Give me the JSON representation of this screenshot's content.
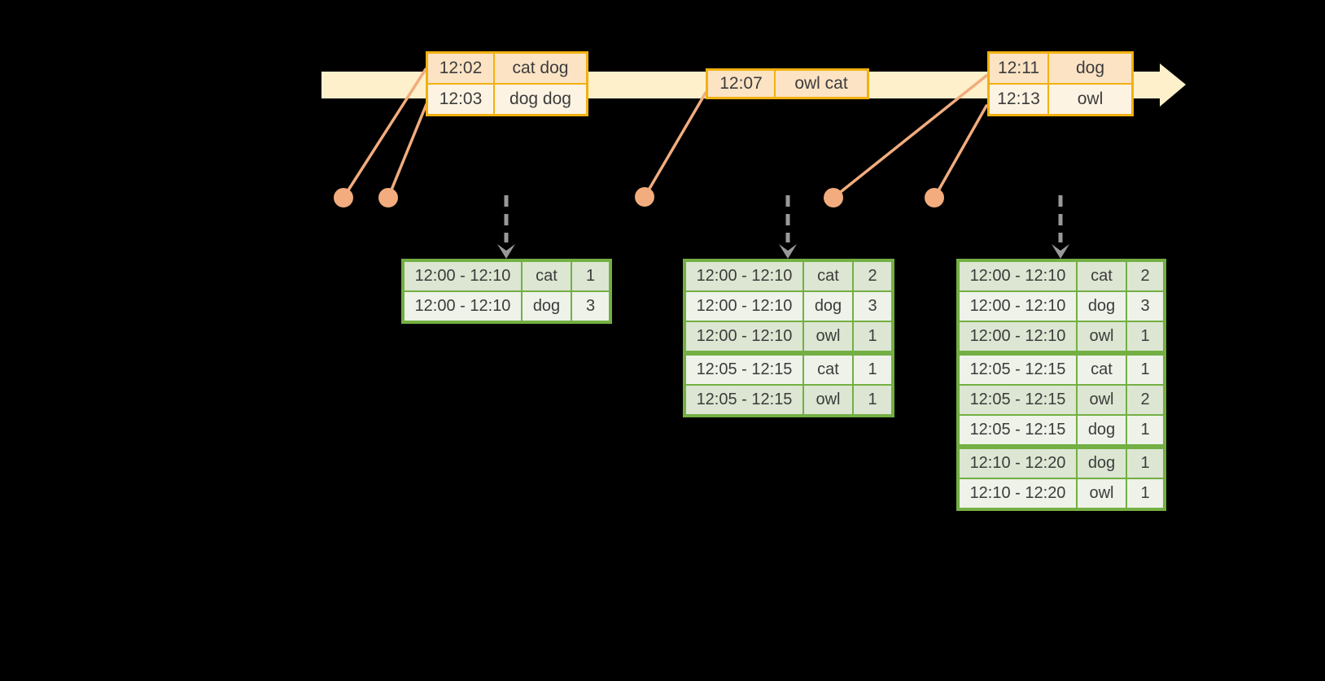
{
  "colors": {
    "bg": "#000000",
    "band": "#FDF0CB",
    "amber": "#F2B111",
    "peach_dark": "#FBE3C4",
    "peach_light": "#FDF3E3",
    "salmon": "#F2AC7D",
    "green": "#73AF43",
    "green_dark": "#DCE6D2",
    "green_light": "#EEF2E9",
    "gray": "#999999",
    "text": "#3C3C3C"
  },
  "event_tables": [
    {
      "rows": [
        {
          "time": "12:02",
          "words": "cat dog"
        },
        {
          "time": "12:03",
          "words": "dog dog"
        }
      ]
    },
    {
      "rows": [
        {
          "time": "12:07",
          "words": "owl cat"
        }
      ]
    },
    {
      "rows": [
        {
          "time": "12:11",
          "words": "dog"
        },
        {
          "time": "12:13",
          "words": "owl"
        }
      ]
    }
  ],
  "result_tables": [
    {
      "groups": [
        [
          [
            "12:00 - 12:10",
            "cat",
            "1"
          ],
          [
            "12:00 - 12:10",
            "dog",
            "3"
          ]
        ]
      ]
    },
    {
      "groups": [
        [
          [
            "12:00 - 12:10",
            "cat",
            "2"
          ],
          [
            "12:00 - 12:10",
            "dog",
            "3"
          ],
          [
            "12:00 - 12:10",
            "owl",
            "1"
          ]
        ],
        [
          [
            "12:05 - 12:15",
            "cat",
            "1"
          ],
          [
            "12:05 - 12:15",
            "owl",
            "1"
          ]
        ]
      ]
    },
    {
      "groups": [
        [
          [
            "12:00 - 12:10",
            "cat",
            "2"
          ],
          [
            "12:00 - 12:10",
            "dog",
            "3"
          ],
          [
            "12:00 - 12:10",
            "owl",
            "1"
          ]
        ],
        [
          [
            "12:05 - 12:15",
            "cat",
            "1"
          ],
          [
            "12:05 - 12:15",
            "owl",
            "2"
          ],
          [
            "12:05 - 12:15",
            "dog",
            "1"
          ]
        ],
        [
          [
            "12:10 - 12:20",
            "dog",
            "1"
          ],
          [
            "12:10 - 12:20",
            "owl",
            "1"
          ]
        ]
      ]
    }
  ]
}
